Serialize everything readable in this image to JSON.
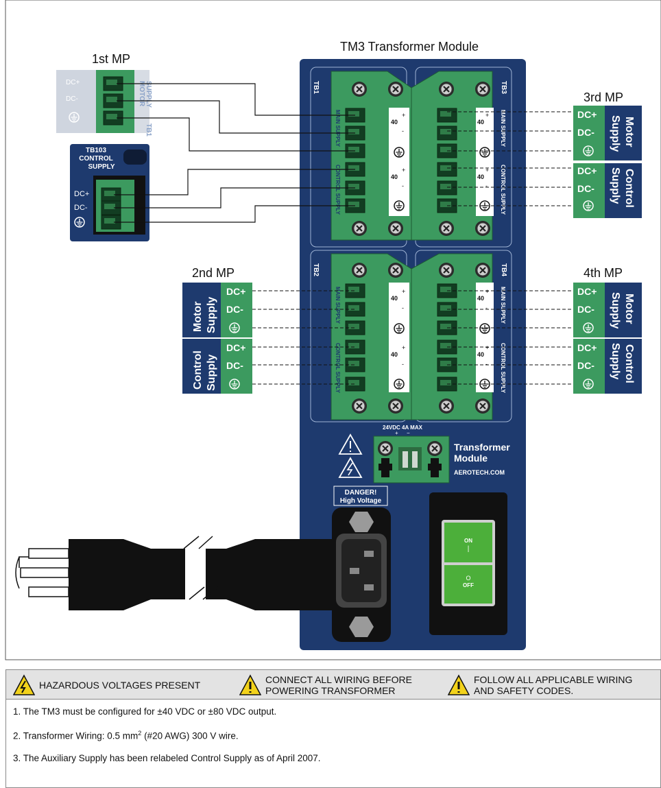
{
  "title": "TM3 Transformer Module",
  "mp_labels": {
    "mp1": "1st MP",
    "mp2": "2nd MP",
    "mp3": "3rd MP",
    "mp4": "4th MP"
  },
  "supply_labels": {
    "motor_line1": "Motor",
    "motor_line2": "Supply",
    "control_line1": "Control",
    "control_line2": "Supply"
  },
  "terminals": {
    "dcplus": "DC+",
    "dcminus": "DC-"
  },
  "tb103": {
    "line1": "TB103",
    "line2": "CONTROL",
    "line3": "SUPPLY"
  },
  "mp1_connector": {
    "line1": "MOTOR",
    "line2": "SUPPLY",
    "tb": "TB1"
  },
  "blocks": {
    "tb1": "TB1",
    "tb2": "TB2",
    "tb3": "TB3",
    "tb4": "TB4",
    "main": "MAIN SUPPLY",
    "control": "CONTROL SUPPLY",
    "forty": "40",
    "plus": "+",
    "minus": "-"
  },
  "power_input": {
    "rating": "24VDC 4A MAX",
    "plus": "+",
    "minus": "−"
  },
  "brand": {
    "line1": "Transformer",
    "line2": "Module",
    "site": "AEROTECH.COM"
  },
  "danger": {
    "line1": "DANGER!",
    "line2": "High Voltage"
  },
  "switch": {
    "on_top": "ON",
    "on_mark": "|",
    "off_top": "O",
    "off_label": "OFF"
  },
  "warnings": {
    "w1": "HAZARDOUS VOLTAGES PRESENT",
    "w2_line1": "CONNECT ALL WIRING BEFORE",
    "w2_line2": "POWERING TRANSFORMER",
    "w3_line1": "FOLLOW ALL APPLICABLE WIRING",
    "w3_line2": "AND SAFETY CODES."
  },
  "notes": {
    "n1": "1. The TM3 must be configured for ±40 VDC or ±80 VDC output.",
    "n2_a": "2. Transformer Wiring: 0.5 mm",
    "n2_sup": "2",
    "n2_b": " (#20 AWG) 300 V wire.",
    "n3": "3. The Auxiliary Supply has been relabeled Control Supply as of April 2007."
  },
  "colors": {
    "navy": "#1e3a6e",
    "green": "#3c9a5f",
    "darkgreen": "#2d6b40",
    "screw": "#c8c8c8",
    "switch_green": "#4caf3a",
    "warning_yellow": "#f2d21b"
  }
}
